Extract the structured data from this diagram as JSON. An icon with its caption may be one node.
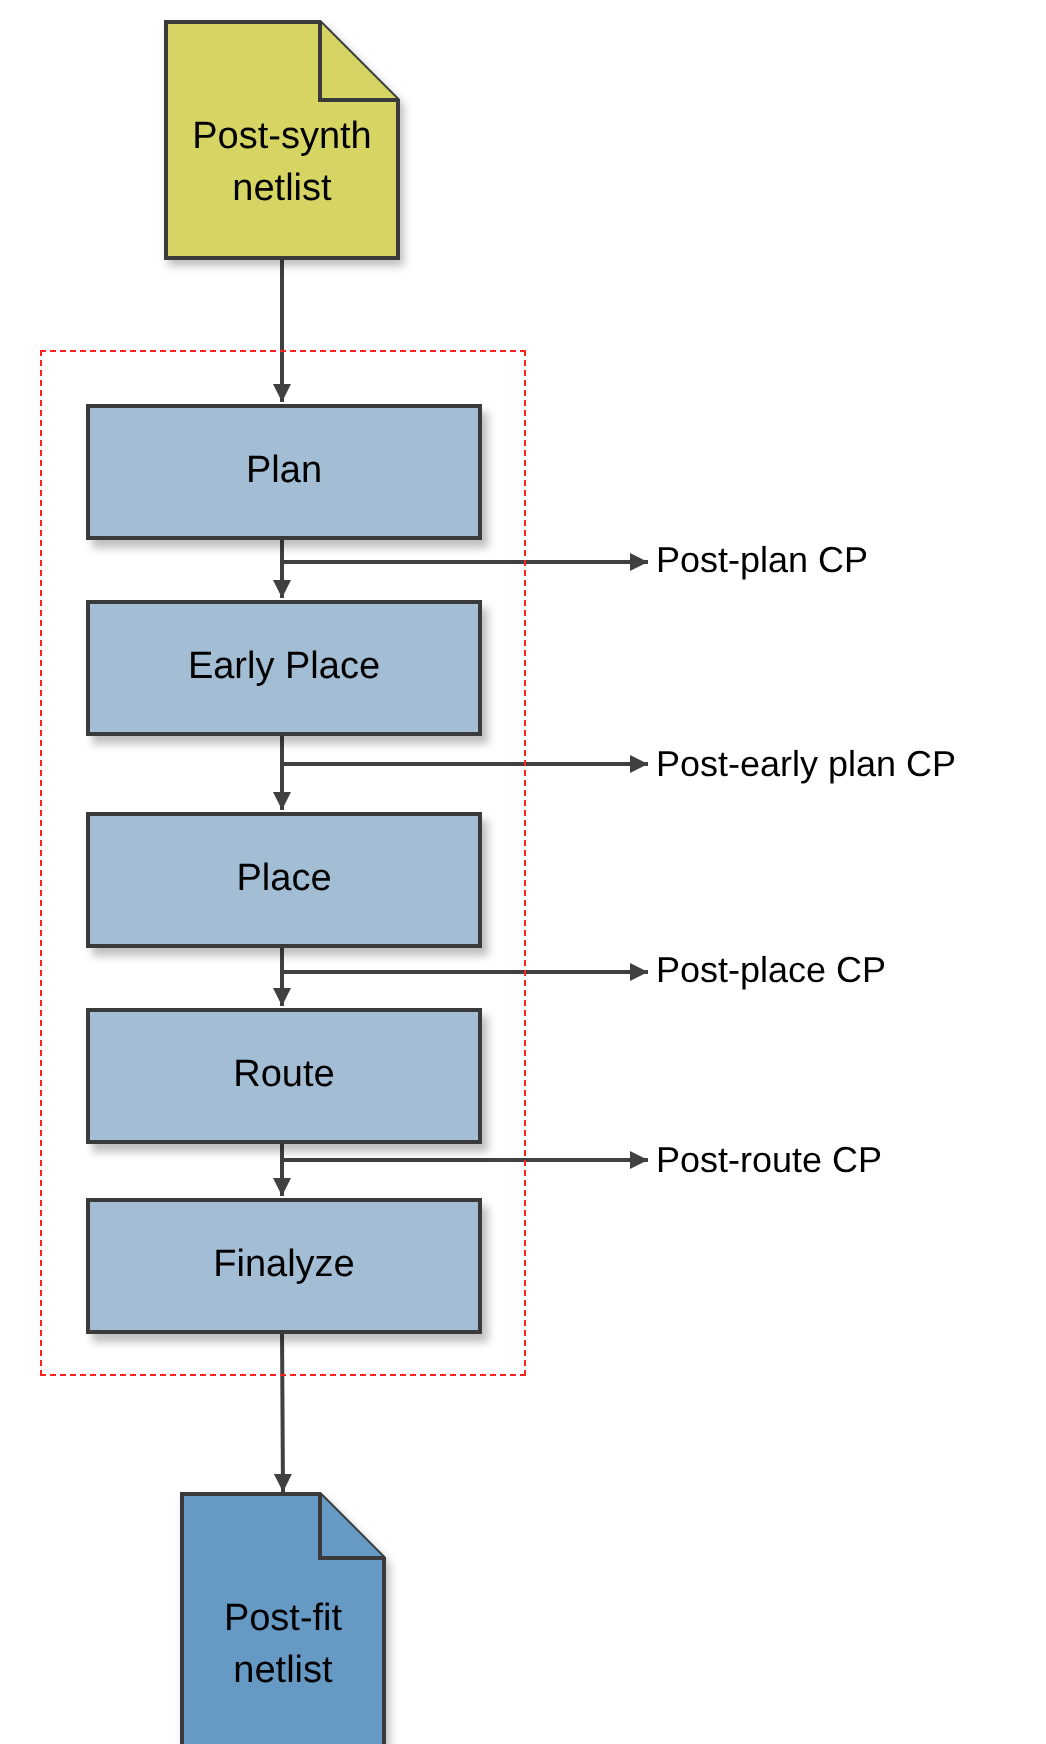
{
  "diagram": {
    "nodes": [
      {
        "text": [
          "Post-synth netlist"
        ]
      },
      {
        "text": [],
        "shape": "box"
      },
      {
        "text": [
          "Plan"
        ],
        "in": 1
      },
      {
        "text": [
          "Early Place"
        ],
        "in": 1
      },
      {
        "text": [
          "Place"
        ],
        "in": 1
      },
      {
        "text": [
          "Route"
        ],
        "in": 1
      },
      {
        "text": [
          "Finalyze"
        ],
        "in": 1
      },
      {
        "text": [
          "Post-plan CP"
        ]
      },
      {
        "text": [
          "Post-early plan CP"
        ]
      },
      {
        "text": [
          "Post-place CP"
        ]
      },
      {
        "text": [
          "Post-route CP"
        ]
      },
      {
        "text": [
          "Post-fit netlist"
        ]
      }
    ],
    "edges": [
      {
        "from": 0,
        "to": 2,
        "arrow": "to"
      },
      {
        "from": 2,
        "to": 3,
        "arrow": "to"
      },
      {
        "from": 2,
        "to": 7,
        "arrow": "to"
      },
      {
        "from": 3,
        "to": 4,
        "arrow": "to"
      },
      {
        "from": 3,
        "to": 8,
        "arrow": "to"
      },
      {
        "from": 4,
        "to": 5,
        "arrow": "to"
      },
      {
        "from": 4,
        "to": 9,
        "arrow": "to"
      },
      {
        "from": 5,
        "to": 6,
        "arrow": "to"
      },
      {
        "from": 5,
        "to": 10,
        "arrow": "to"
      },
      {
        "from": 6,
        "to": 11,
        "arrow": "to"
      }
    ]
  }
}
